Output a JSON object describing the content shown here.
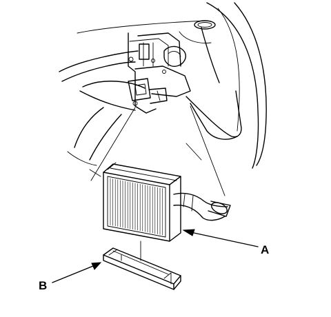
{
  "callouts": {
    "a": {
      "label": "A",
      "part": "heater-core"
    },
    "b": {
      "label": "B",
      "part": "heater-core-cover"
    }
  }
}
